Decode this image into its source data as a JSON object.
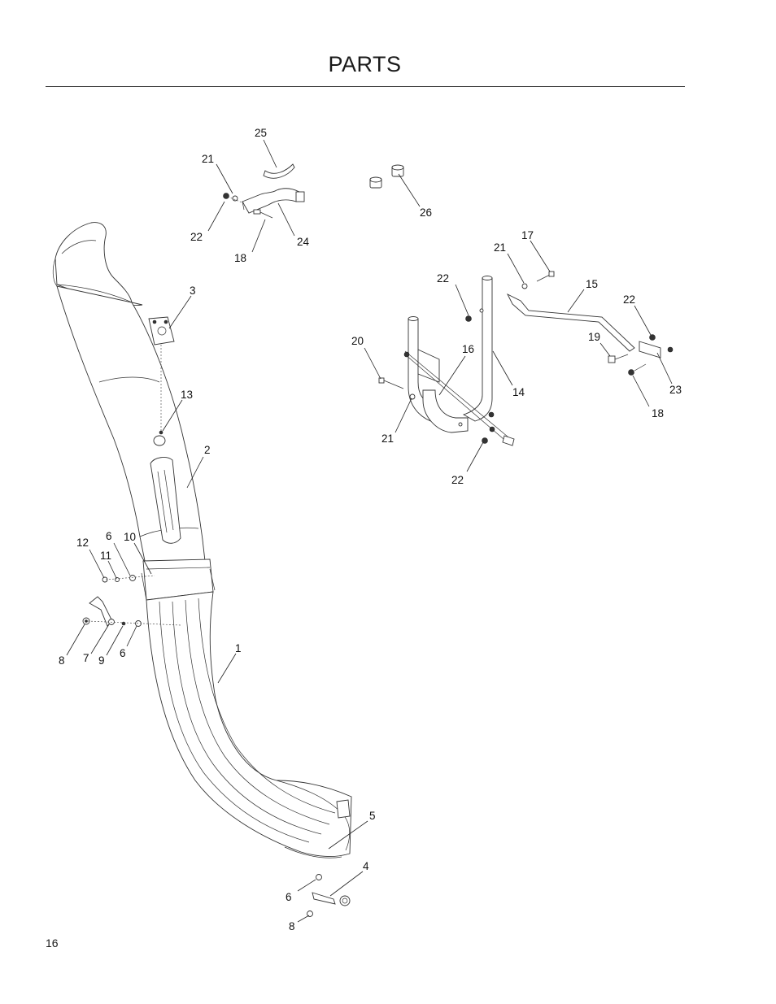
{
  "header": {
    "title": "PARTS"
  },
  "footer": {
    "page_number": "16"
  },
  "callouts": [
    {
      "id": "c25",
      "text": "25"
    },
    {
      "id": "c21a",
      "text": "21"
    },
    {
      "id": "c22a",
      "text": "22"
    },
    {
      "id": "c18a",
      "text": "18"
    },
    {
      "id": "c24",
      "text": "24"
    },
    {
      "id": "c26",
      "text": "26"
    },
    {
      "id": "c3",
      "text": "3"
    },
    {
      "id": "c13",
      "text": "13"
    },
    {
      "id": "c2",
      "text": "2"
    },
    {
      "id": "c12",
      "text": "12"
    },
    {
      "id": "c6a",
      "text": "6"
    },
    {
      "id": "c10",
      "text": "10"
    },
    {
      "id": "c11",
      "text": "11"
    },
    {
      "id": "c8a",
      "text": "8"
    },
    {
      "id": "c7",
      "text": "7"
    },
    {
      "id": "c9",
      "text": "9"
    },
    {
      "id": "c6b",
      "text": "6"
    },
    {
      "id": "c1",
      "text": "1"
    },
    {
      "id": "c5",
      "text": "5"
    },
    {
      "id": "c4",
      "text": "4"
    },
    {
      "id": "c6c",
      "text": "6"
    },
    {
      "id": "c8b",
      "text": "8"
    },
    {
      "id": "c17",
      "text": "17"
    },
    {
      "id": "c21b",
      "text": "21"
    },
    {
      "id": "c22b",
      "text": "22"
    },
    {
      "id": "c15",
      "text": "15"
    },
    {
      "id": "c22c",
      "text": "22"
    },
    {
      "id": "c19",
      "text": "19"
    },
    {
      "id": "c20",
      "text": "20"
    },
    {
      "id": "c16",
      "text": "16"
    },
    {
      "id": "c14",
      "text": "14"
    },
    {
      "id": "c23",
      "text": "23"
    },
    {
      "id": "c18b",
      "text": "18"
    },
    {
      "id": "c21c",
      "text": "21"
    },
    {
      "id": "c22d",
      "text": "22"
    }
  ]
}
